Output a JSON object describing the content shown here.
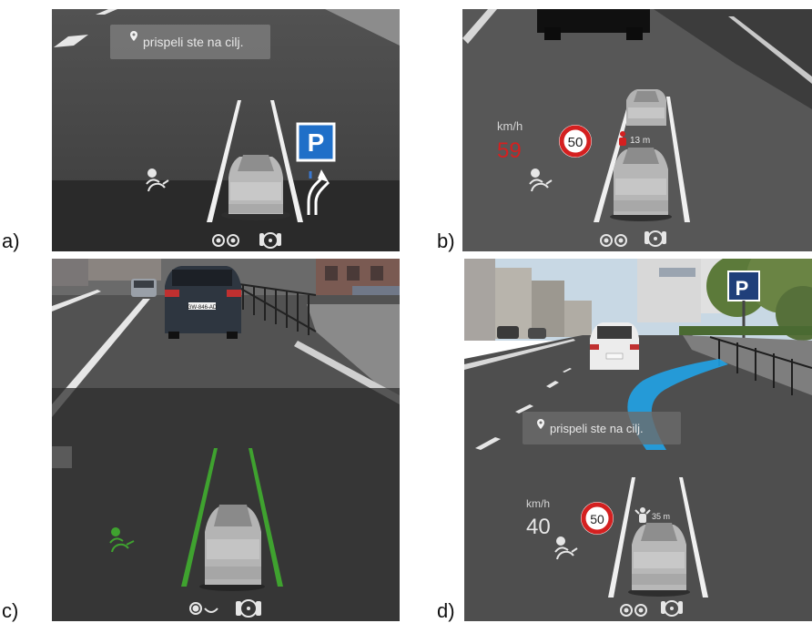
{
  "panels": [
    {
      "label": "a)",
      "message": "prispeli ste na cilj."
    },
    {
      "label": "b)",
      "speed_unit": "km/h",
      "speed_value": "59",
      "speed_limit": "50",
      "distance": "13 m"
    },
    {
      "label": "c)",
      "plate": "GW-846-AD"
    },
    {
      "label": "d)",
      "message": "prispeli ste na cilj.",
      "speed_unit": "km/h",
      "speed_value": "40",
      "speed_limit": "50",
      "distance": "35 m"
    }
  ],
  "colors": {
    "hud_white": "#f2f2f2",
    "overspeed_red": "#d42020",
    "attentive_green": "#3fa22f",
    "parking_blue": "#1f6fc8",
    "route_cyan": "#1ea8f0"
  },
  "icons": [
    "map-pin-icon",
    "parking-sign-icon",
    "lane-merge-arrow-icon",
    "driver-steering-icon",
    "eyes-icon",
    "hands-on-wheel-icon",
    "speed-limit-sign-icon",
    "obstacle-icon"
  ]
}
